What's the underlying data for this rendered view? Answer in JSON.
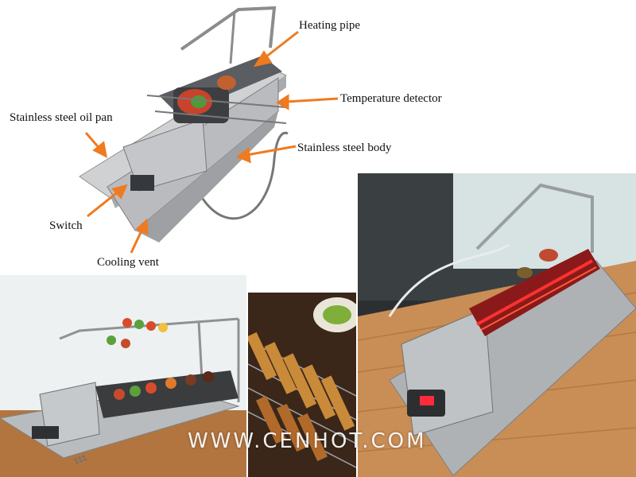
{
  "diagram": {
    "labels": {
      "heating_pipe": "Heating pipe",
      "temperature_detector": "Temperature detector",
      "oil_pan": "Stainless steel oil pan",
      "body": "Stainless steel body",
      "switch": "Switch",
      "cooling_vent": "Cooling vent"
    },
    "arrow_color": "#f07a1e"
  },
  "watermark": {
    "text": "WWW.CENHOT.COM"
  }
}
